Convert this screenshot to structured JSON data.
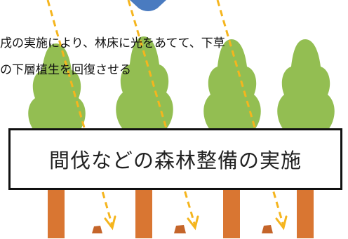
{
  "caption": {
    "line1": "戌の実施により、林床に光をあてて、下草",
    "line2": "の下層植生を回復させる"
  },
  "box_label": "間伐などの森林整備の実施",
  "colors": {
    "canopy": "#93BE52",
    "canopy_dark": "#82AC45",
    "trunk": "#D97632",
    "stump": "#C5652A",
    "light_ray": "#F5B51E",
    "arrow_top": "#4A7BC0",
    "text": "#111111",
    "box_border": "#111111"
  }
}
